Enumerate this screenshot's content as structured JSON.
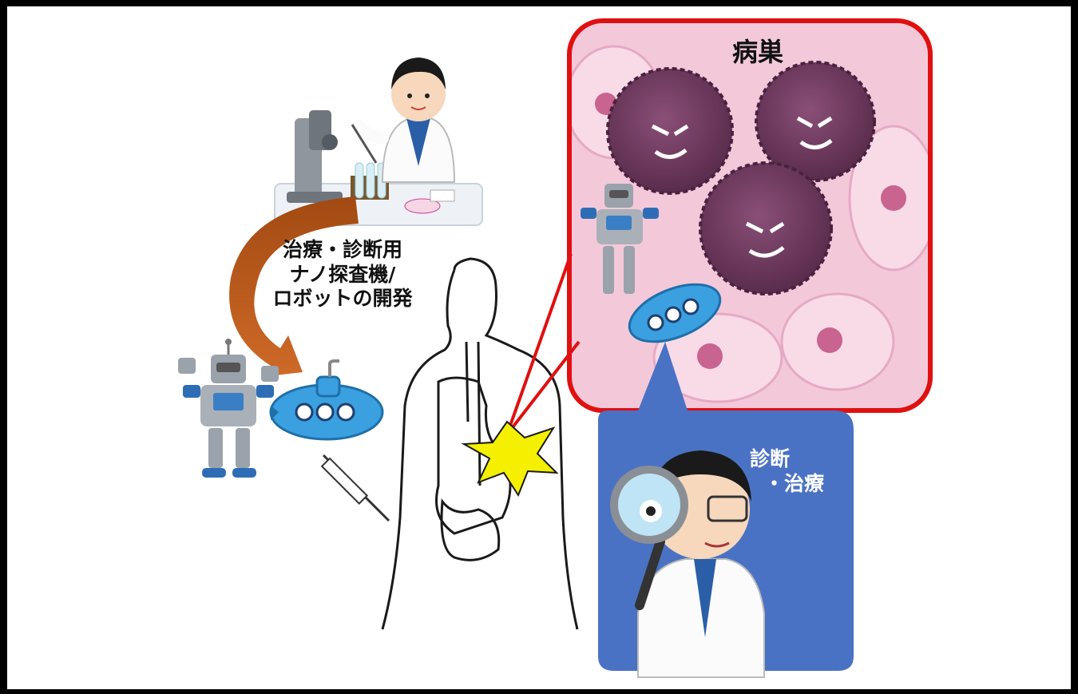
{
  "development": {
    "lines": [
      "治療・診断用",
      "ナノ探査機/",
      "ロボットの開発"
    ]
  },
  "lesion": {
    "title": "病巣"
  },
  "diagnosis": {
    "lines": [
      "診断",
      "・治療"
    ]
  },
  "colors": {
    "arrow": "#b5541b",
    "lesion_border": "#e01010",
    "callout_fill": "#4a72c4",
    "cancer_cell": "#6b3a5c",
    "tissue": "#f3c9da",
    "burst": "#f4f000",
    "submarine": "#3aa0e0"
  },
  "icons": [
    "scientist-icon",
    "microscope-icon",
    "robot-icon",
    "submarine-icon",
    "syringe-icon",
    "body-outline-icon",
    "cancer-cell-icon",
    "magnifier-icon"
  ]
}
